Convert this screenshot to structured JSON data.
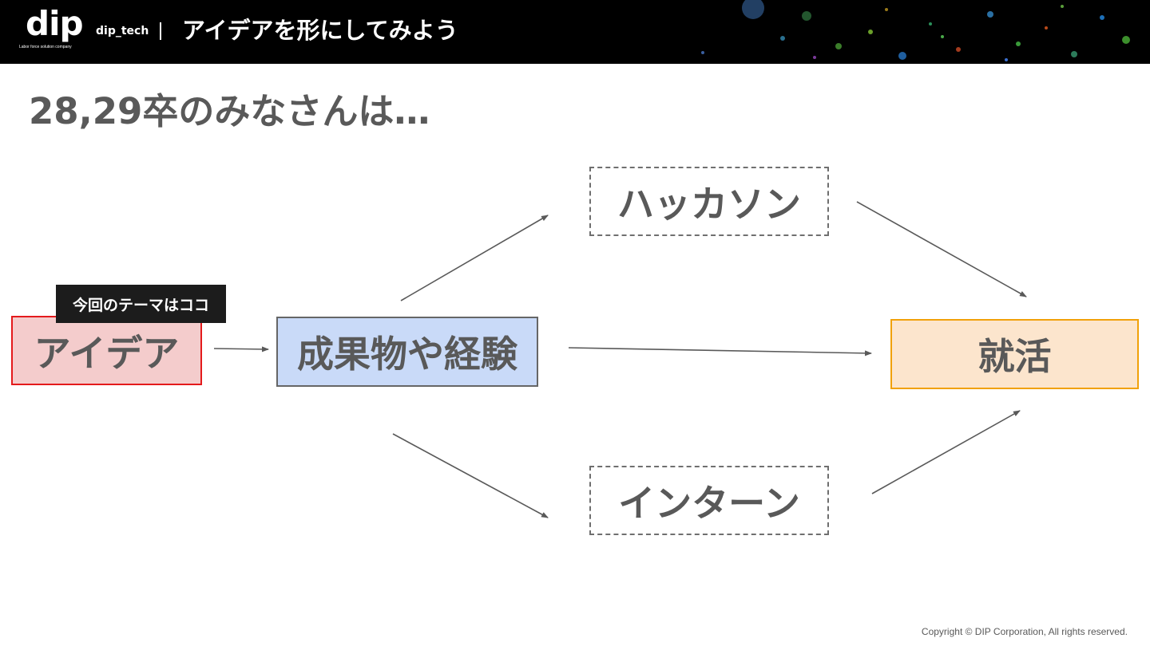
{
  "header": {
    "logo_text": "dip",
    "logo_tagline": "Labor force solution company",
    "brand": "dip_tech",
    "title": "アイデアを形にしてみよう"
  },
  "slide": {
    "title": "28,29卒のみなさんは…"
  },
  "diagram": {
    "nodes": {
      "idea": "アイデア",
      "result": "成果物や経験",
      "hackathon": "ハッカソン",
      "internship": "インターン",
      "job_hunting": "就活"
    },
    "callout": "今回のテーマはココ",
    "edges": [
      {
        "from": "idea",
        "to": "result"
      },
      {
        "from": "result",
        "to": "hackathon"
      },
      {
        "from": "result",
        "to": "job_hunting"
      },
      {
        "from": "result",
        "to": "internship"
      },
      {
        "from": "hackathon",
        "to": "job_hunting"
      },
      {
        "from": "internship",
        "to": "job_hunting"
      }
    ],
    "colors": {
      "idea_fill": "#f4cccc",
      "idea_border": "#e41a1c",
      "result_fill": "#c9daf8",
      "job_fill": "#fce5cd",
      "job_border": "#f1a10a",
      "text": "#595959",
      "arrow": "#595959"
    }
  },
  "footer": {
    "copyright": "Copyright © DIP Corporation, All rights reserved."
  }
}
